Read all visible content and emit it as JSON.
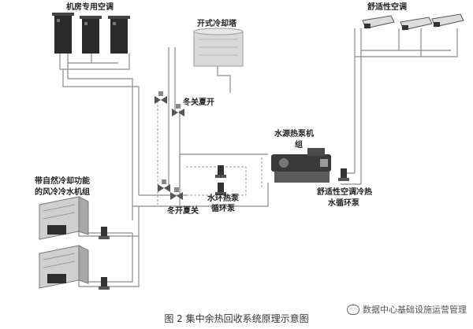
{
  "labels": {
    "crac": "机房专用空调",
    "tower": "开式冷却塔",
    "comfort_ac": "舒适性空调",
    "valve_winter_close_summer_open": "冬关夏开",
    "heat_pump_line1": "水源热泵机",
    "heat_pump_line2": "组",
    "free_cooling_line1": "带自然冷却功能",
    "free_cooling_line2": "的风冷冷水机组",
    "loop_pump_line1": "水环热泵",
    "loop_pump_line2": "循环泵",
    "comfort_pump_line1": "舒适性空调冷热",
    "comfort_pump_line2": "水循环泵",
    "valve_winter_open_summer_close": "冬开夏关"
  },
  "caption": "图 2 集中余热回收系统原理示意图",
  "watermark": "数据中心基础设施运营管理",
  "colors": {
    "pipe": "#8a8a8a",
    "pipe_dash": "#9a9a9a",
    "unit_dark": "#2b2b2b",
    "unit_light": "#d9d9d9",
    "text": "#222222"
  },
  "icons": [
    "ac-unit-icon",
    "cooling-tower-icon",
    "heat-pump-icon",
    "pump-icon",
    "valve-icon",
    "chiller-icon",
    "wechat-icon"
  ]
}
